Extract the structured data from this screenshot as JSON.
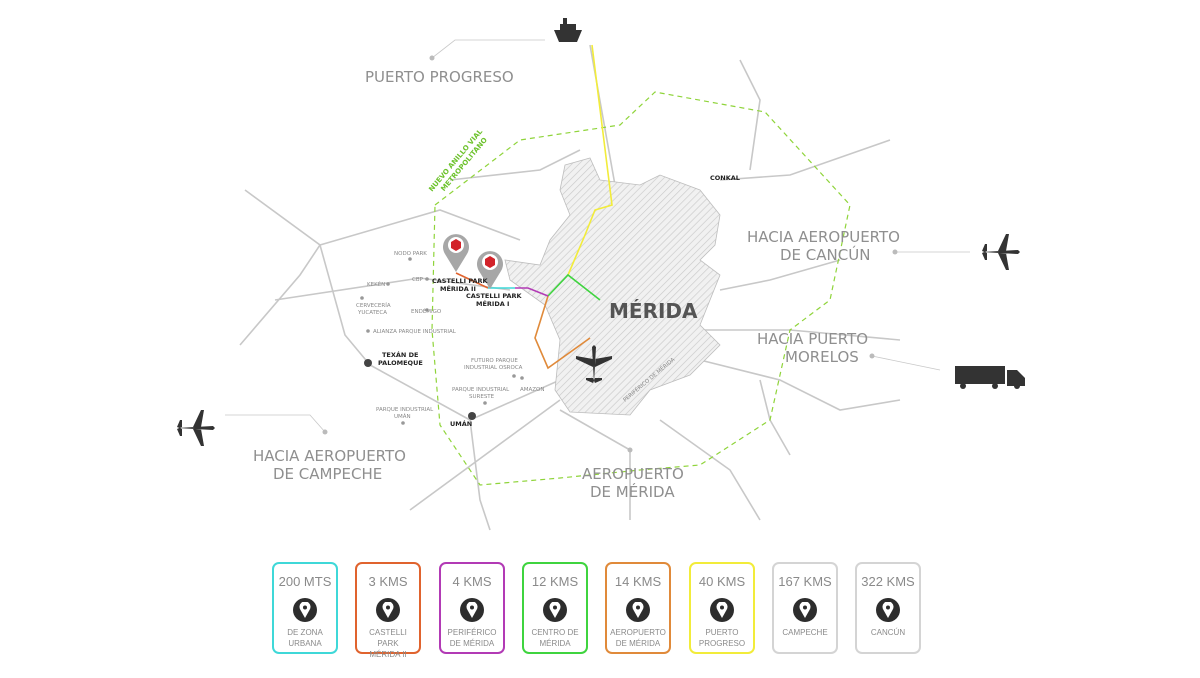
{
  "map": {
    "city": "MÉRIDA",
    "ring_label_line1": "NUEVO ANILLO VIAL",
    "ring_label_line2": "METROPOLITANO",
    "periferico_label": "PERIFÉRICO DE MÉRIDA",
    "destinations": {
      "progreso": "PUERTO PROGRESO",
      "cancun_1": "HACIA AEROPUERTO",
      "cancun_2": "DE CANCÚN",
      "morelos_1": "HACIA PUERTO",
      "morelos_2": "MORELOS",
      "campeche_1": "HACIA AEROPUERTO",
      "campeche_2": "DE CAMPECHE",
      "airport_1": "AEROPUERTO",
      "airport_2": "DE MÉRIDA"
    },
    "places": {
      "conkal": "CONKAL",
      "nodo_park": "NODO PARK",
      "cbp": "CBP",
      "keken": "KEKÉN",
      "cerveceria_1": "CERVECERÍA",
      "cerveceria_2": "YUCATECA",
      "endemigo": "ENDÉMIGO",
      "alianza": "ALIANZA PARQUE INDUSTRIAL",
      "texan_1": "TEXÁN DE",
      "texan_2": "PALOMEQUE",
      "futuro_1": "FUTURO PARQUE",
      "futuro_2": "INDUSTRIAL OSROCA",
      "amazon": "AMAZON",
      "sureste_1": "PARQUE INDUSTRIAL",
      "sureste_2": "SURESTE",
      "uman_park_1": "PARQUE INDUSTRIAL",
      "uman_park_2": "UMÁN",
      "uman": "UMÁN",
      "castelli2_1": "CASTELLI PARK",
      "castelli2_2": "MÉRIDA II",
      "castelli1_1": "CASTELLI PARK",
      "castelli1_2": "MÉRIDA I"
    },
    "icons": [
      "ship-icon",
      "airplane-icon",
      "truck-icon",
      "location-pin-icon"
    ]
  },
  "distances": [
    {
      "value": "200 MTS",
      "line1": "DE ZONA",
      "line2": "URBANA",
      "color": "#3fd8d8"
    },
    {
      "value": "3 KMS",
      "line1": "CASTELLI PARK",
      "line2": "MÉRIDA II",
      "color": "#e0632e"
    },
    {
      "value": "4 KMS",
      "line1": "PERIFÉRICO",
      "line2": "DE MÉRIDA",
      "color": "#b23ab5"
    },
    {
      "value": "12 KMS",
      "line1": "CENTRO DE",
      "line2": "MÉRIDA",
      "color": "#3fd43f"
    },
    {
      "value": "14 KMS",
      "line1": "AEROPUERTO",
      "line2": "DE MÉRIDA",
      "color": "#e08a3a"
    },
    {
      "value": "40 KMS",
      "line1": "PUERTO",
      "line2": "PROGRESO",
      "color": "#f2ec3a"
    },
    {
      "value": "167 KMS",
      "line1": "CAMPECHE",
      "line2": "",
      "color": "#d4d4d4"
    },
    {
      "value": "322 KMS",
      "line1": "CANCÚN",
      "line2": "",
      "color": "#d4d4d4"
    }
  ]
}
